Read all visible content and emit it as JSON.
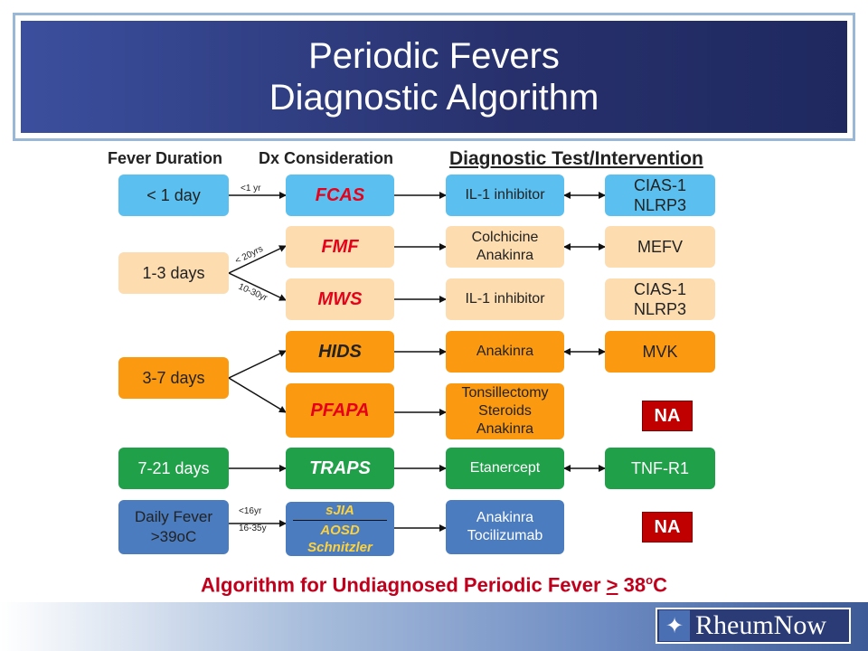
{
  "title": {
    "line1": "Periodic Fevers",
    "line2": "Diagnostic Algorithm"
  },
  "headers": {
    "duration": "Fever Duration",
    "dx": "Dx Consideration",
    "test": "Diagnostic Test/Intervention"
  },
  "rows": {
    "lt1": {
      "duration": "< 1 day",
      "edge": "<1 yr",
      "dx": "FCAS",
      "test": "IL-1 inhibitor",
      "gene": [
        "CIAS-1",
        "NLRP3"
      ]
    },
    "d13": {
      "duration": "1-3 days",
      "edge_upper": "< 20yrs",
      "edge_lower": "10-30yr",
      "fmf": {
        "dx": "FMF",
        "test": [
          "Colchicine",
          "Anakinra"
        ],
        "gene": "MEFV"
      },
      "mws": {
        "dx": "MWS",
        "test": "IL-1 inhibitor",
        "gene": [
          "CIAS-1",
          "NLRP3"
        ]
      }
    },
    "d37": {
      "duration": "3-7 days",
      "hids": {
        "dx": "HIDS",
        "test": "Anakinra",
        "gene": "MVK"
      },
      "pfapa": {
        "dx": "PFAPA",
        "test": [
          "Tonsillectomy",
          "Steroids",
          "Anakinra"
        ],
        "gene": "NA"
      }
    },
    "d721": {
      "duration": "7-21 days",
      "dx": "TRAPS",
      "test": "Etanercept",
      "gene": "TNF-R1"
    },
    "daily": {
      "duration": [
        "Daily Fever",
        ">39oC"
      ],
      "edge_upper": "<16yr",
      "edge_lower": "16-35y",
      "dx": [
        "sJIA",
        "AOSD",
        "Schnitzler"
      ],
      "test": [
        "Anakinra",
        "Tocilizumab"
      ],
      "gene": "NA"
    }
  },
  "footnote": {
    "prefix": "Algorithm for Undiagnosed Periodic Fever ",
    "ge": ">",
    "value": " 38",
    "sup": "o",
    "unit": "C"
  },
  "logo": {
    "text": "RheumNow",
    "icon": "rheumnow-logo-icon"
  },
  "colors": {
    "lt1": "#5bc0ef",
    "d13": "#fddcb0",
    "d37": "#fb9a10",
    "d721": "#21a04a",
    "daily": "#4a7cbf",
    "na": "#c00000",
    "footnote": "#c0001c"
  }
}
